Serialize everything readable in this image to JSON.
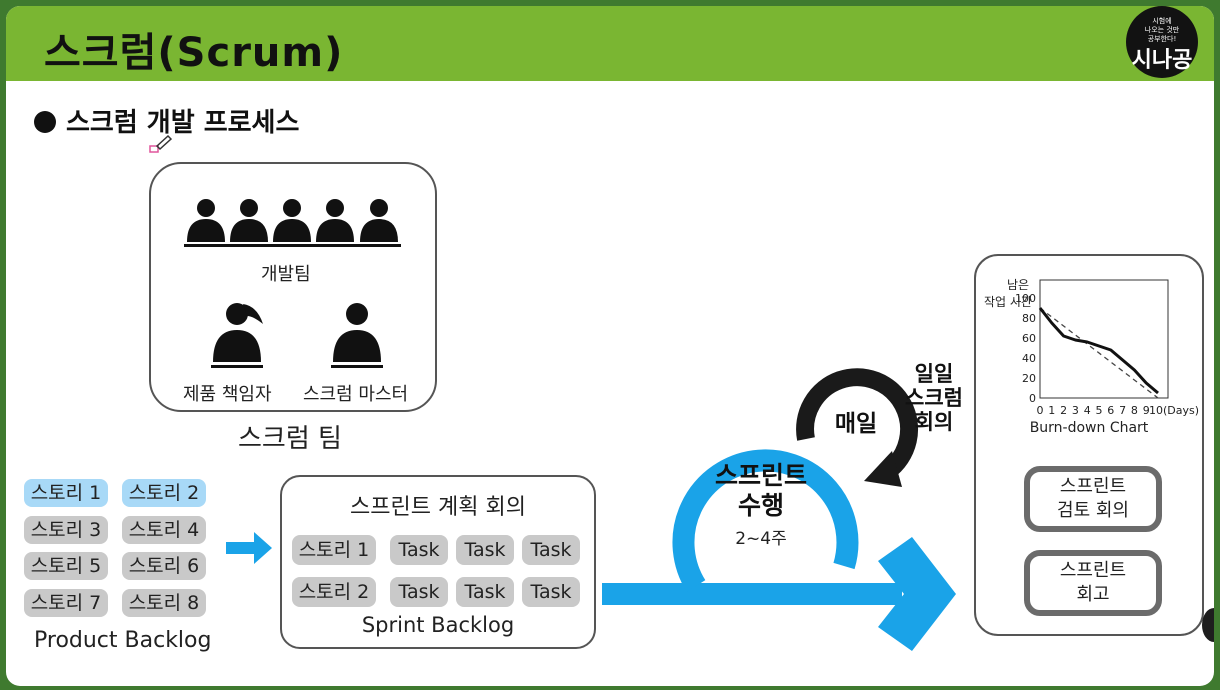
{
  "header": {
    "title": "스크럼(Scrum)"
  },
  "logo": {
    "tagline_1": "시험에",
    "tagline_2": "나오는 것만",
    "tagline_3": "공부한다!",
    "brand": "시나공"
  },
  "section": {
    "heading": "스크럼 개발 프로세스"
  },
  "team": {
    "dev_team_label": "개발팀",
    "product_owner_label": "제품 책임자",
    "scrum_master_label": "스크럼 마스터",
    "caption": "스크럼 팀"
  },
  "product_backlog": {
    "label": "Product Backlog",
    "stories": [
      "스토리 1",
      "스토리 2",
      "스토리 3",
      "스토리 4",
      "스토리 5",
      "스토리 6",
      "스토리 7",
      "스토리 8"
    ]
  },
  "sprint_planning": {
    "title": "스프린트 계획 회의",
    "row1": {
      "story": "스토리 1",
      "tasks": [
        "Task",
        "Task",
        "Task"
      ]
    },
    "row2": {
      "story": "스토리 2",
      "tasks": [
        "Task",
        "Task",
        "Task"
      ]
    },
    "caption": "Sprint Backlog"
  },
  "sprint_cycle": {
    "line1": "스프린트",
    "line2": "수행",
    "duration": "2~4주",
    "daily": "매일",
    "daily_scrum_1": "일일",
    "daily_scrum_2": "스크럼",
    "daily_scrum_3": "회의"
  },
  "burndown": {
    "y_label_1": "남은",
    "y_label_2": "작업 시간",
    "caption": "Burn-down Chart",
    "y_ticks": [
      "100",
      "80",
      "60",
      "40",
      "20",
      "0"
    ],
    "x_ticks": [
      "0",
      "1",
      "2",
      "3",
      "4",
      "5",
      "6",
      "7",
      "8",
      "9",
      "10(Days)"
    ],
    "actual": [
      [
        0,
        90
      ],
      [
        1,
        75
      ],
      [
        2,
        62
      ],
      [
        3,
        58
      ],
      [
        4,
        56
      ],
      [
        5,
        52
      ],
      [
        6,
        48
      ],
      [
        7,
        38
      ],
      [
        8,
        28
      ],
      [
        9,
        15
      ],
      [
        10,
        5
      ]
    ],
    "ideal": [
      [
        0,
        90
      ],
      [
        10,
        0
      ]
    ]
  },
  "review": {
    "line1": "스프린트",
    "line2": "검토 회의"
  },
  "retro": {
    "line1": "스프린트",
    "line2": "회고"
  },
  "colors": {
    "header_green": "#7ab632",
    "accent_blue": "#1aa3e8",
    "story_highlight": "#a8d9f7",
    "loop_dark": "#1a1a1a"
  }
}
